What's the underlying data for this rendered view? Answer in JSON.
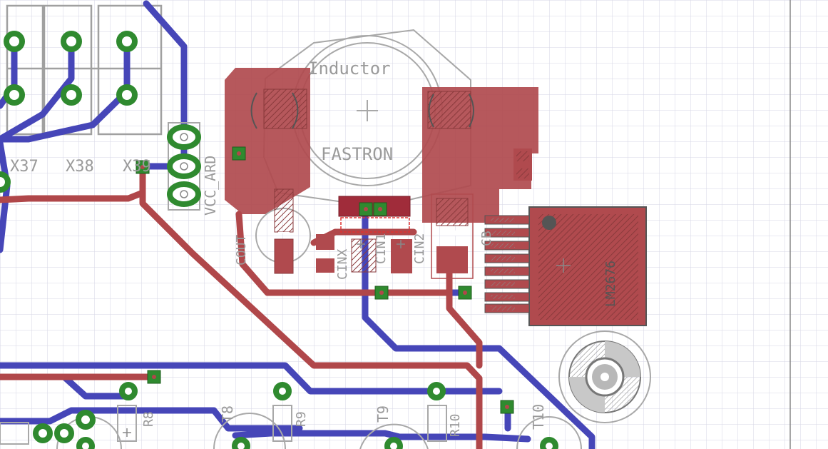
{
  "canvas": {
    "background": "#ffffff",
    "grid_color": "#d8d8e6",
    "top_trace_color": "#b0474a",
    "bottom_trace_color": "#4444b8",
    "pad_color": "#2f8a2f",
    "silkscreen_color": "#9a9a9a"
  },
  "labels": {
    "inductor_name": "Inductor",
    "inductor_brand": "FASTRON",
    "ic_name": "LM2676",
    "vcc_label": "VCC_ARD",
    "cout": "COUT",
    "cinx": "CINX",
    "cin1": "CIN1",
    "cin2": "CIN2",
    "cb": "CB",
    "x37": "X37",
    "x38": "X38",
    "x39": "X39",
    "t8": "T8",
    "t9": "T9",
    "t10": "T10",
    "r8": "R8",
    "r9": "R9",
    "r10": "R10"
  }
}
